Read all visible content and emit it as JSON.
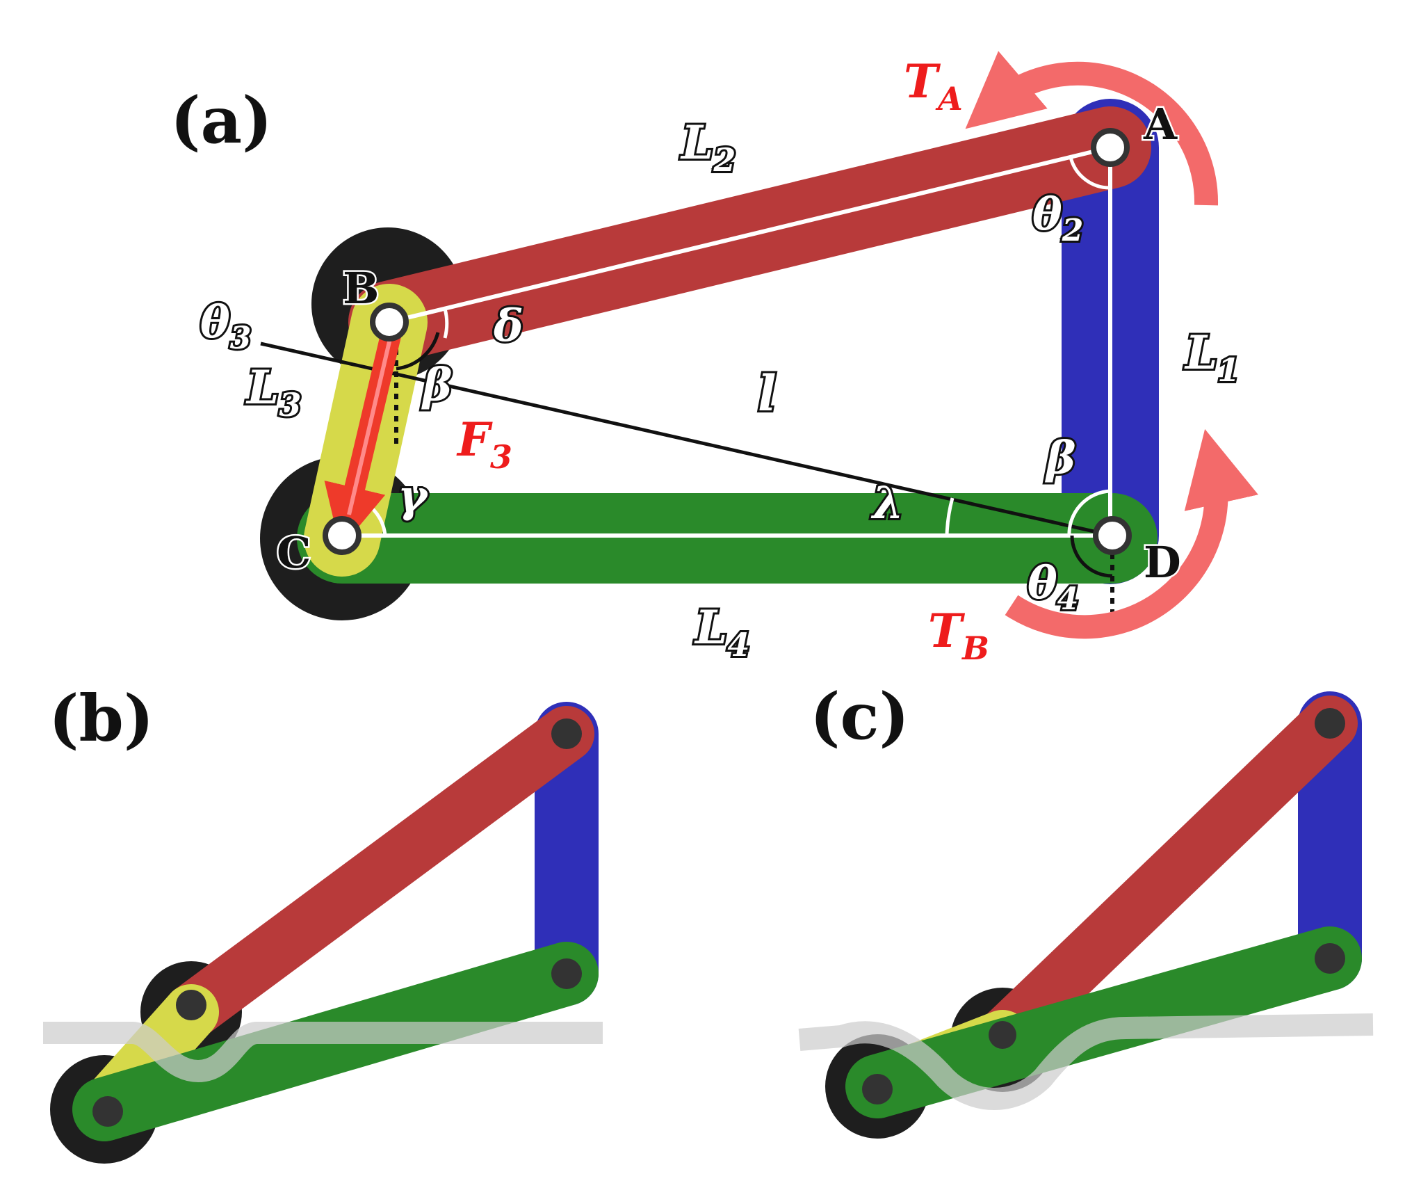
{
  "panels": {
    "a": {
      "label": "(a)"
    },
    "b": {
      "label": "(b)"
    },
    "c": {
      "label": "(c)"
    }
  },
  "points": {
    "A": "A",
    "B": "B",
    "C": "C",
    "D": "D"
  },
  "symbols": {
    "L1": {
      "base": "L",
      "sub": "1"
    },
    "L2": {
      "base": "L",
      "sub": "2"
    },
    "L3": {
      "base": "L",
      "sub": "3"
    },
    "L4": {
      "base": "L",
      "sub": "4"
    },
    "l": "l",
    "theta2": {
      "base": "θ",
      "sub": "2"
    },
    "theta3": {
      "base": "θ",
      "sub": "3"
    },
    "theta4": {
      "base": "θ",
      "sub": "4"
    },
    "delta": "δ",
    "beta_b": "β",
    "beta_d": "β",
    "gamma": "γ",
    "lambda": "λ",
    "TA": {
      "base": "T",
      "sub": "A"
    },
    "TB": {
      "base": "T",
      "sub": "B"
    },
    "F3": {
      "base": "F",
      "sub": "3"
    }
  },
  "colors": {
    "link_L1": "#2f2fb8",
    "link_L2": "#b83a3a",
    "link_L3": "#d6d94a",
    "link_L4": "#2a8a2a",
    "wheel": "#1e1e1e",
    "torque_arrow": "#f36a6a",
    "force_arrow": "#ee3a2a",
    "ground": "#cccccc"
  }
}
